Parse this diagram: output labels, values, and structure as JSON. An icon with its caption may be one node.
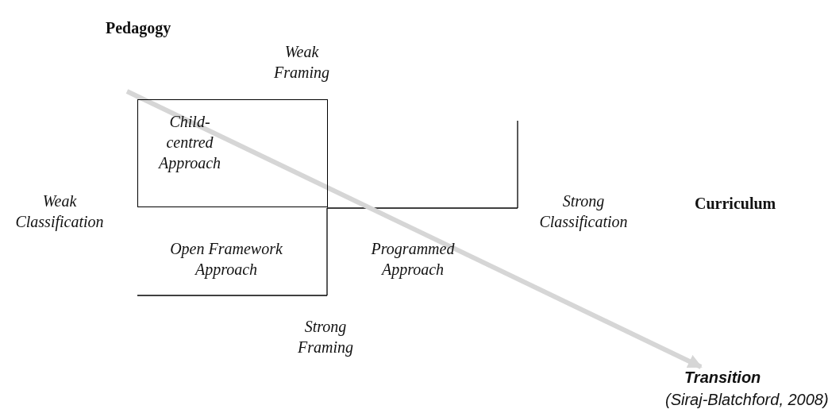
{
  "diagram": {
    "caption": "(Siraj-Blatchford, 2008)",
    "nodes": [
      {
        "text": [
          "Child-centred Approach"
        ]
      },
      {
        "text": [
          "Transition"
        ]
      }
    ],
    "edges": [
      {
        "from": null,
        "to": 1,
        "arrow": "to"
      }
    ],
    "labels": [
      "Pedagogy",
      "Weak Framing",
      "Weak Classification",
      "Strong Classification",
      "Curriculum",
      "Open Framework Approach",
      "Programmed Approach",
      "Strong Framing"
    ]
  }
}
